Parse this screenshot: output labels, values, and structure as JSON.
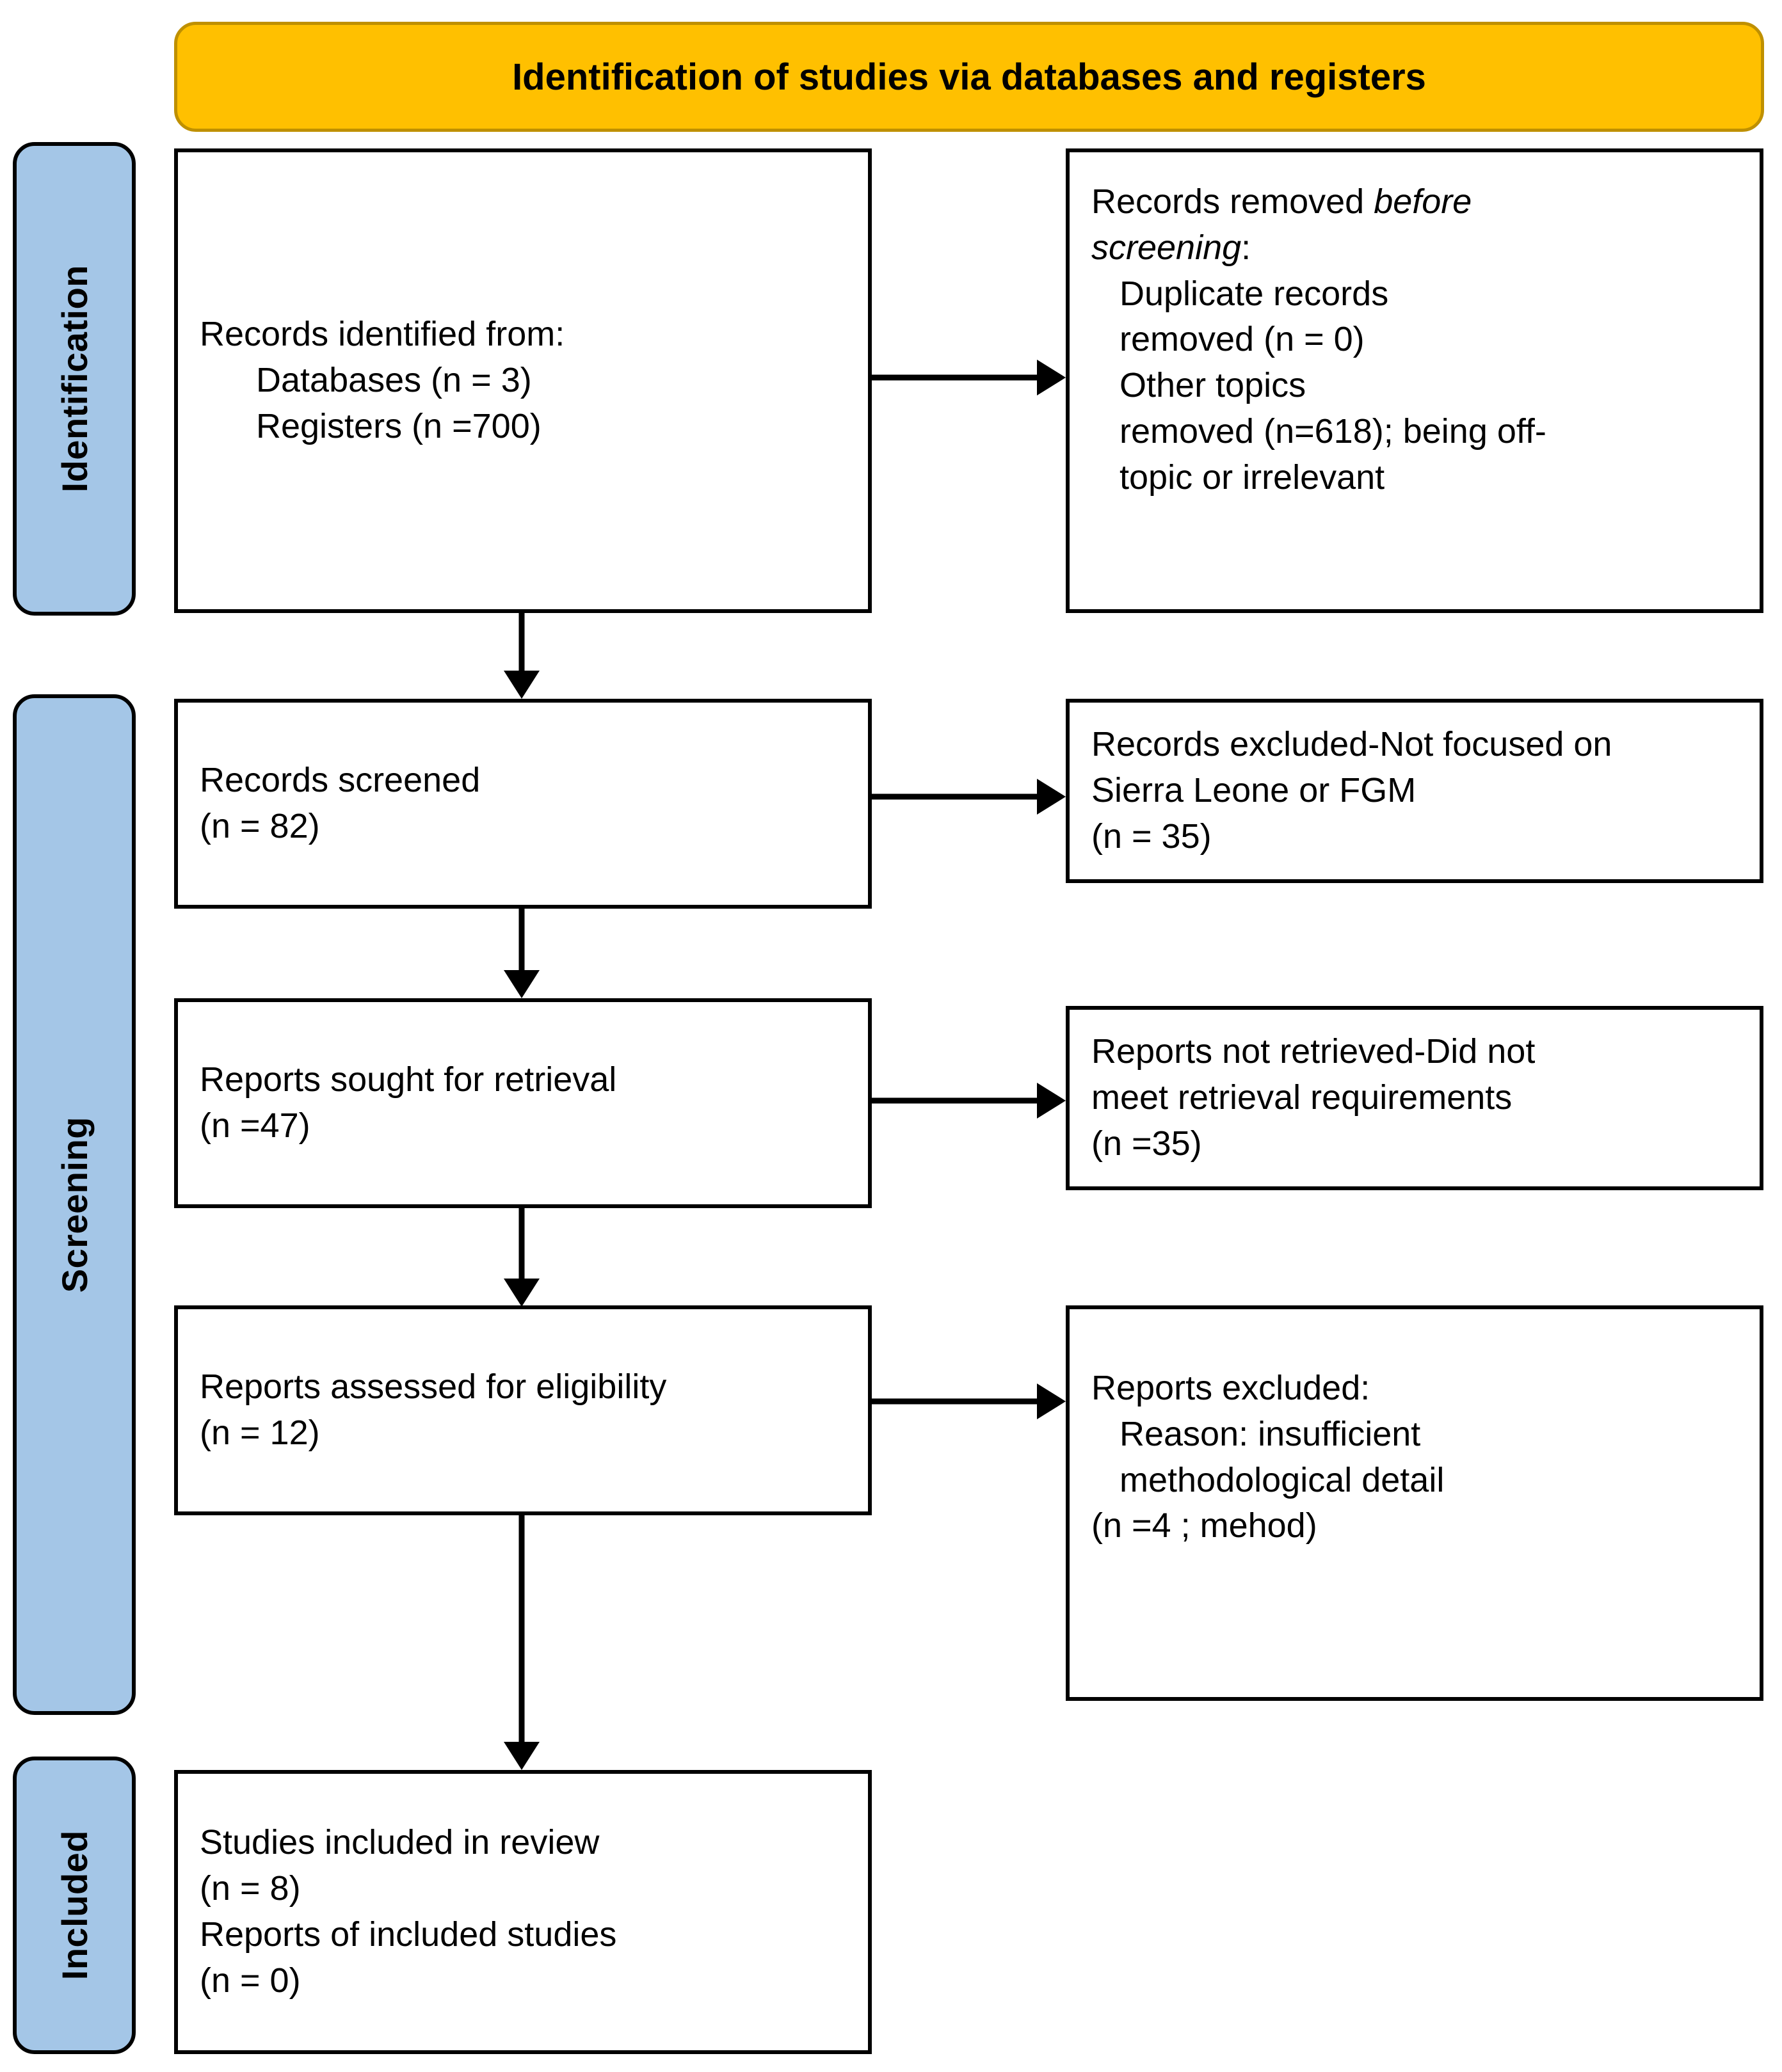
{
  "diagram": {
    "title": "Identification of studies via databases and registers",
    "colors": {
      "banner_fill": "#FFC000",
      "banner_border": "#BF9000",
      "stage_fill": "#A4C6E7",
      "stage_border": "#000000",
      "box_border": "#000000",
      "box_fill": "#FFFFFF",
      "text": "#000000"
    }
  },
  "stages": [
    {
      "label": "Identification"
    },
    {
      "label": "Screening"
    },
    {
      "label": "Included"
    }
  ],
  "boxes": {
    "identified": {
      "lines": [
        "Records identified from:",
        "Databases (n = 3)",
        "Registers (n =700)"
      ]
    },
    "removed_before_screening": {
      "line1_prefix": "Records removed ",
      "line1_italic": "before",
      "line2_italic": "screening",
      "line2_suffix": ":",
      "lines": [
        "Duplicate records",
        "removed (n = 0)",
        "Other topics",
        "removed (n=618); being off-",
        "topic or irrelevant"
      ]
    },
    "screened": {
      "lines": [
        "Records screened",
        "(n = 82)"
      ]
    },
    "records_excluded": {
      "lines": [
        "Records excluded-Not focused on",
        "Sierra Leone or FGM",
        "(n = 35)"
      ]
    },
    "sought_retrieval": {
      "lines": [
        "Reports sought for retrieval",
        "(n =47)"
      ]
    },
    "not_retrieved": {
      "lines": [
        "Reports not retrieved-Did not",
        "meet retrieval requirements",
        "(n =35)"
      ]
    },
    "assessed_eligibility": {
      "lines": [
        "Reports assessed for eligibility",
        "(n = 12)"
      ]
    },
    "reports_excluded": {
      "title": "Reports excluded:",
      "lines": [
        "Reason: insufficient",
        "methodological detail",
        "(n =4 ; mehod)"
      ]
    },
    "included": {
      "lines": [
        "Studies included in review",
        "(n = 8)",
        "Reports of included studies",
        "(n = 0)"
      ]
    }
  }
}
